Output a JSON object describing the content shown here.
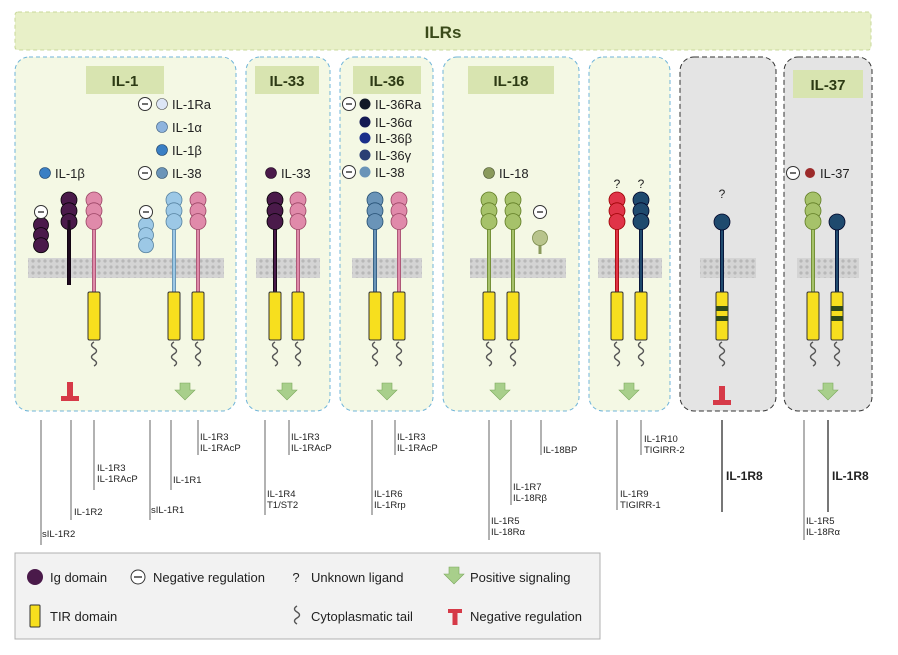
{
  "title": "ILRs",
  "colors": {
    "panel": "#f4f8e4",
    "panel_dark": "#e4e4e4",
    "header_bar": "#e8f0c8",
    "label_box": "#d8e4b0",
    "membrane": "#cfcfcf",
    "tir": "#f7df1e",
    "positive": "#a8cf8b",
    "negative": "#d63a48",
    "ig_legend": "#4a1a4a"
  },
  "families": [
    {
      "name": "IL-1",
      "ligands": [
        {
          "label": "IL-1β",
          "color": "#3a7fc4",
          "neg": false
        },
        {
          "label": "IL-1Ra",
          "color": "#dde6f6",
          "neg": true
        },
        {
          "label": "IL-1α",
          "color": "#8eb4de",
          "neg": false
        },
        {
          "label": "IL-1β",
          "color": "#3a7fc4",
          "neg": false
        },
        {
          "label": "IL-38",
          "color": "#6a94b8",
          "neg": true
        }
      ],
      "signal": [
        "negative",
        "positive"
      ],
      "annotations": [
        "sIL-1R2",
        "IL-1R2",
        "IL-1R3\nIL-1RAcP",
        "sIL-1R1",
        "IL-1R1",
        "IL-1R3\nIL-1RAcP"
      ]
    },
    {
      "name": "IL-33",
      "ligands": [
        {
          "label": "IL-33",
          "color": "#4a1a4a",
          "neg": false
        }
      ],
      "signal": [
        "positive"
      ],
      "annotations": [
        "IL-1R4\nT1/ST2",
        "IL-1R3\nIL-1RAcP"
      ]
    },
    {
      "name": "IL-36",
      "ligands": [
        {
          "label": "IL-36Ra",
          "color": "#111827",
          "neg": true
        },
        {
          "label": "IL-36α",
          "color": "#141a54",
          "neg": false
        },
        {
          "label": "IL-36β",
          "color": "#1a2f8a",
          "neg": false
        },
        {
          "label": "IL-36γ",
          "color": "#2a3f74",
          "neg": false
        },
        {
          "label": "IL-38",
          "color": "#6a94b8",
          "neg": true
        }
      ],
      "signal": [
        "positive"
      ],
      "annotations": [
        "IL-1R6\nIL-1Rrp",
        "IL-1R3\nIL-1RAcP"
      ]
    },
    {
      "name": "IL-18",
      "ligands": [
        {
          "label": "IL-18",
          "color": "#8a9a5c",
          "neg": false
        }
      ],
      "signal": [
        "positive"
      ],
      "annotations": [
        "IL-1R5\nIL-18Rα",
        "IL-1R7\nIL-18Rβ",
        "IL-18BP"
      ]
    },
    {
      "name": "",
      "ligands": [],
      "unknown": [
        "?",
        "?"
      ],
      "signal": [
        "positive"
      ],
      "annotations": [
        "IL-1R9\nTIGIRR-1",
        "IL-1R10\nTIGIRR-2"
      ]
    },
    {
      "name": "",
      "ligands": [],
      "unknown": [
        "?"
      ],
      "signal": [
        "negative"
      ],
      "annotations": [
        "IL-1R8"
      ]
    },
    {
      "name": "IL-37",
      "ligands": [
        {
          "label": "IL-37",
          "color": "#9c2a2a",
          "neg": true
        }
      ],
      "signal": [
        "positive"
      ],
      "annotations": [
        "IL-1R5\nIL-18Rα",
        "IL-1R8"
      ]
    }
  ],
  "legend": [
    {
      "symbol": "ig",
      "label": "Ig domain"
    },
    {
      "symbol": "minus",
      "label": "Negative regulation"
    },
    {
      "symbol": "?",
      "label": "Unknown ligand"
    },
    {
      "symbol": "pos-arrow",
      "label": "Positive signaling"
    },
    {
      "symbol": "tir",
      "label": "TIR domain"
    },
    {
      "symbol": "tail",
      "label": "Cytoplasmatic tail"
    },
    {
      "symbol": "neg-t",
      "label": "Negative regulation"
    }
  ]
}
